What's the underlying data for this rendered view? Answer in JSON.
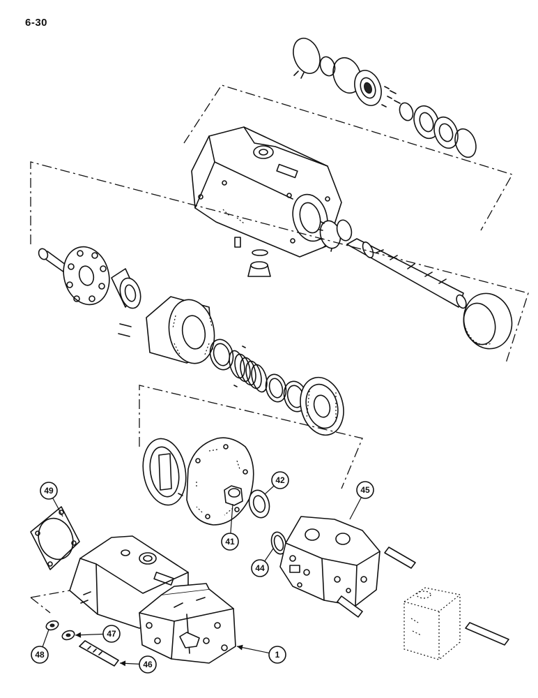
{
  "page": {
    "number": "6-30"
  },
  "callouts": [
    {
      "id": "49",
      "label": "49"
    },
    {
      "id": "42",
      "label": "42"
    },
    {
      "id": "45",
      "label": "45"
    },
    {
      "id": "41",
      "label": "41"
    },
    {
      "id": "44",
      "label": "44"
    },
    {
      "id": "47",
      "label": "47"
    },
    {
      "id": "48",
      "label": "48"
    },
    {
      "id": "46",
      "label": "46"
    },
    {
      "id": "1",
      "label": "1"
    }
  ]
}
